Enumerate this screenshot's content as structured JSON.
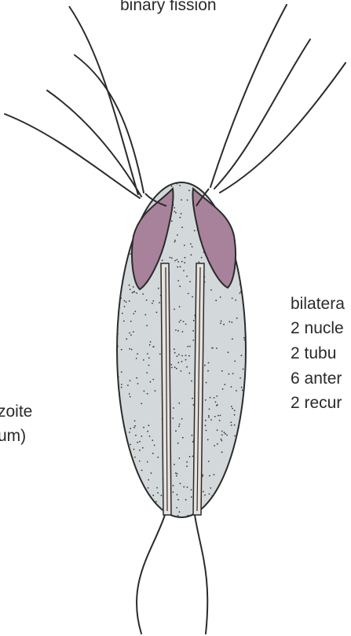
{
  "labels": {
    "top": "binary fission",
    "left_line1": "zoite",
    "left_line2": "um)",
    "right_lines": [
      "bilatera",
      "2 nucle",
      "2 tubu",
      "6 anter",
      "2 recur"
    ]
  },
  "colors": {
    "background": "#ffffff",
    "body_fill": "#d3d8da",
    "body_stroke": "#2b2b2b",
    "nucleus_fill": "#a8829a",
    "axostyle_fill": "#e7e2dd",
    "flagella": "#2b2b2b",
    "text": "#2a2a2a"
  }
}
